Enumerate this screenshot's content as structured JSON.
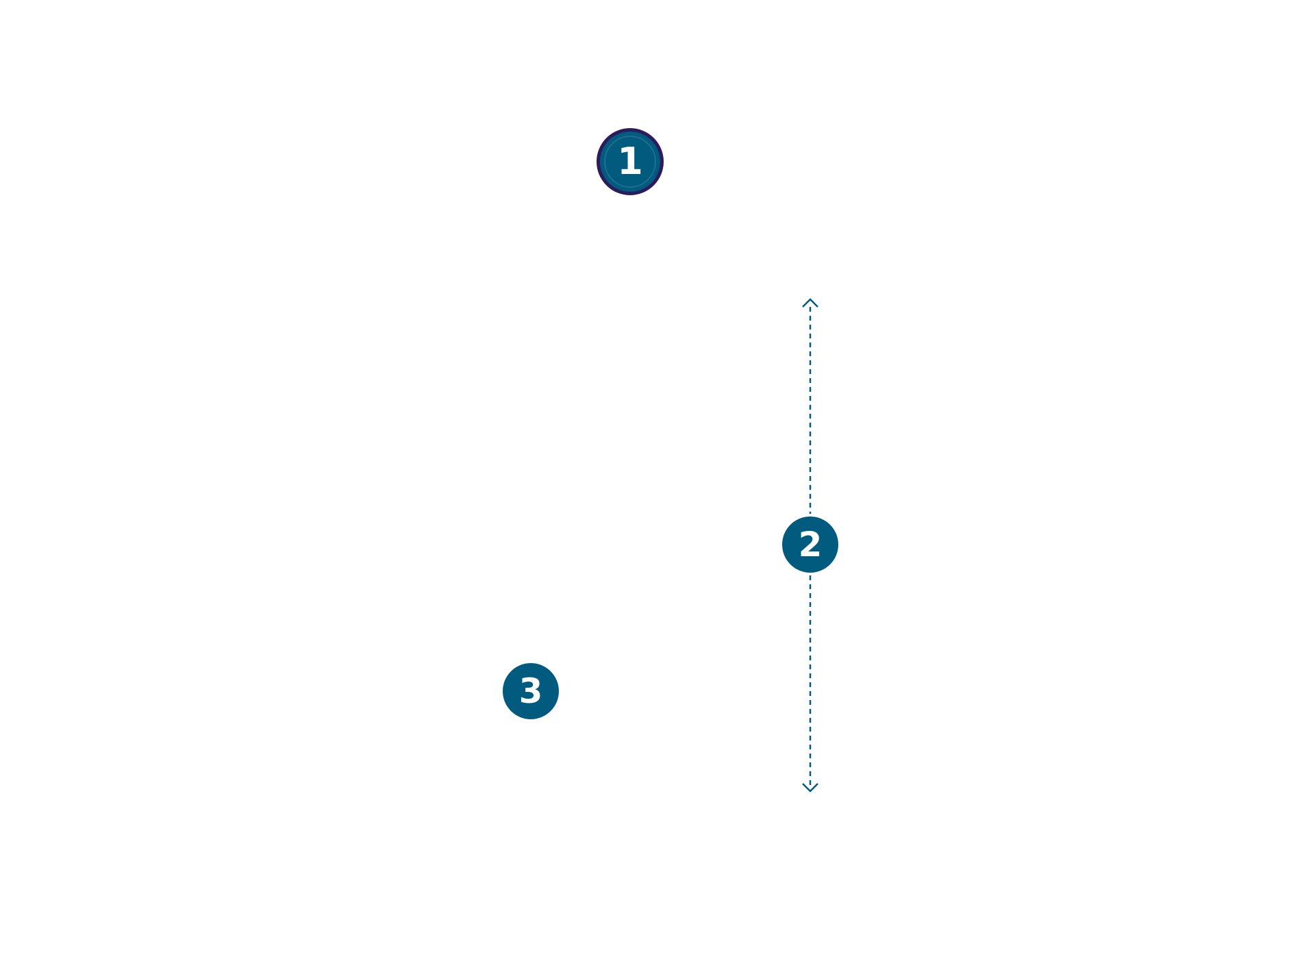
{
  "colors": {
    "marker_fill": "#005b7f",
    "marker_1_border": "#2d1b5e",
    "arrow": "#005b7f",
    "marker_text": "#ffffff"
  },
  "markers": [
    {
      "label": "1",
      "selected": true
    },
    {
      "label": "2",
      "selected": false
    },
    {
      "label": "3",
      "selected": false
    }
  ],
  "arrows": [
    {
      "style": "dashed",
      "direction": "vertical",
      "heads": "both"
    }
  ]
}
